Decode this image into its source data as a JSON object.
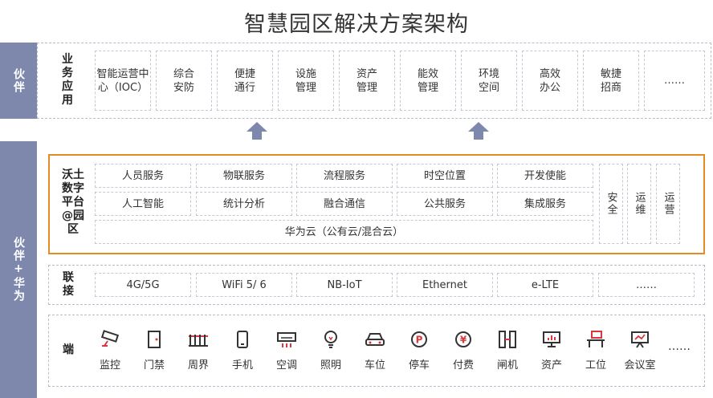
{
  "title": "智慧园区解决方案架构",
  "band_labels": {
    "top": "伙伴",
    "bottom": "伙伴+华为"
  },
  "business": {
    "title": "业务应用",
    "items": [
      "智能运营中心（IOC）",
      "综合安防",
      "便捷通行",
      "设施管理",
      "资产管理",
      "能效管理",
      "环境空间",
      "高效办公",
      "敏捷招商",
      "……"
    ]
  },
  "platform": {
    "title": "沃土数字平台@园区",
    "row1": [
      "人员服务",
      "物联服务",
      "流程服务",
      "时空位置",
      "开发使能"
    ],
    "row2": [
      "人工智能",
      "统计分析",
      "融合通信",
      "公共服务",
      "集成服务"
    ],
    "cloud": "华为云（公有云/混合云）",
    "side": [
      "安全",
      "运维",
      "运营"
    ]
  },
  "connect": {
    "title": "联接",
    "items": [
      "4G/5G",
      "WiFi 5/ 6",
      "NB-IoT",
      "Ethernet",
      "e-LTE",
      "……"
    ]
  },
  "devices": {
    "title": "端",
    "items": [
      {
        "label": "监控",
        "icon": "camera-icon"
      },
      {
        "label": "门禁",
        "icon": "door-icon"
      },
      {
        "label": "周界",
        "icon": "fence-icon"
      },
      {
        "label": "手机",
        "icon": "phone-icon"
      },
      {
        "label": "空调",
        "icon": "air-conditioner-icon"
      },
      {
        "label": "照明",
        "icon": "bulb-icon"
      },
      {
        "label": "车位",
        "icon": "car-icon"
      },
      {
        "label": "停车",
        "icon": "parking-icon"
      },
      {
        "label": "付费",
        "icon": "yen-coin-icon"
      },
      {
        "label": "闸机",
        "icon": "gate-icon"
      },
      {
        "label": "资产",
        "icon": "monitor-icon"
      },
      {
        "label": "工位",
        "icon": "workstation-icon"
      },
      {
        "label": "会议室",
        "icon": "presentation-icon"
      }
    ],
    "more": "……"
  },
  "colors": {
    "band": "#7d88ac",
    "platform_border": "#e38c26",
    "icon_dark": "#333333",
    "icon_red": "#d9363e"
  }
}
